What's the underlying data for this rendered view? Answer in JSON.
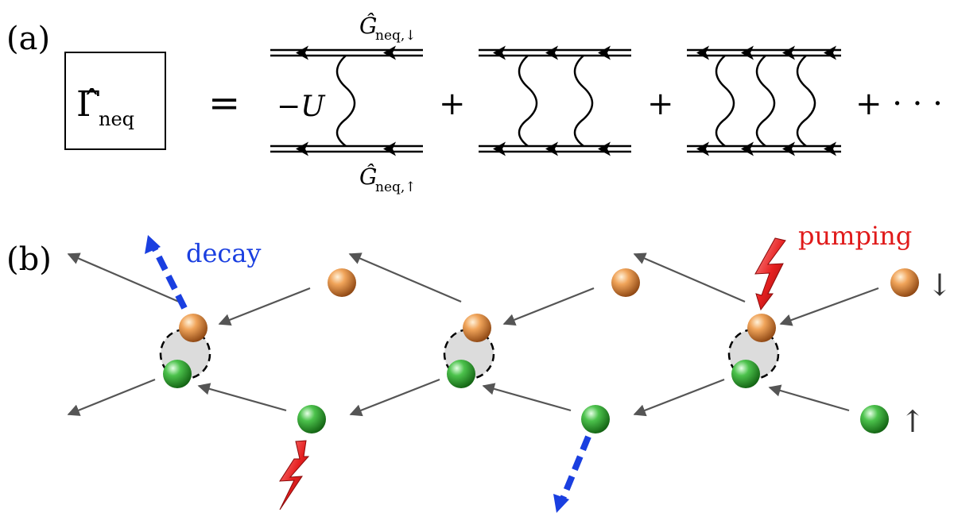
{
  "panel_a": {
    "label": "(a)",
    "box_symbol": "Γ̂",
    "box_subscript": "neq",
    "equals": "=",
    "minus_u": "−U",
    "top_line_label": "Ĝ",
    "top_line_subscript": "neq,↓",
    "bottom_line_label": "Ĝ",
    "bottom_line_subscript": "neq,↑",
    "plus_1": "+",
    "plus_2": "+",
    "plus_ellipsis": "+ · · ·"
  },
  "panel_b": {
    "label": "(b)",
    "decay_text": "decay",
    "pumping_text": "pumping",
    "spin_down_symbol": "↓",
    "spin_up_symbol": "↑"
  },
  "colors": {
    "decay": "#1a3fe0",
    "pumping": "#e01a1a",
    "spin_down_ball": "#e07a2e",
    "spin_up_ball": "#2e9e2e",
    "pair_fill": "#dcdcdc",
    "arrow": "#555555"
  }
}
